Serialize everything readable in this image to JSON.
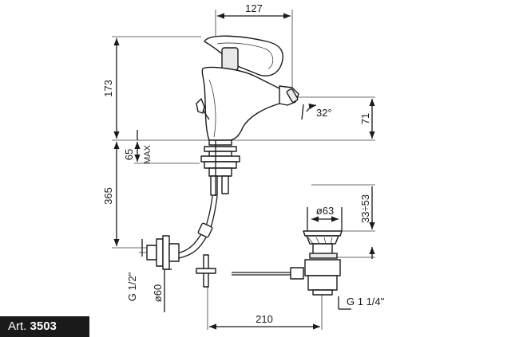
{
  "dimensions": {
    "top_width": "127",
    "height_total": "173",
    "spout_angle": "32°",
    "spout_height": "71",
    "max_thickness": "65",
    "max_label": "MAX",
    "hose_length": "365",
    "drain_diameter": "ø63",
    "drain_range": "33÷53",
    "inlet_thread": "G 1/2\"",
    "inlet_diameter": "ø60",
    "drain_thread": "G 1 1/4\"",
    "bottom_width": "210"
  },
  "article": {
    "prefix": "Art.",
    "number": "3503"
  },
  "colors": {
    "ink": "#1a1a1a",
    "label_background": "#1a1a1a",
    "label_text": "#ffffff"
  }
}
